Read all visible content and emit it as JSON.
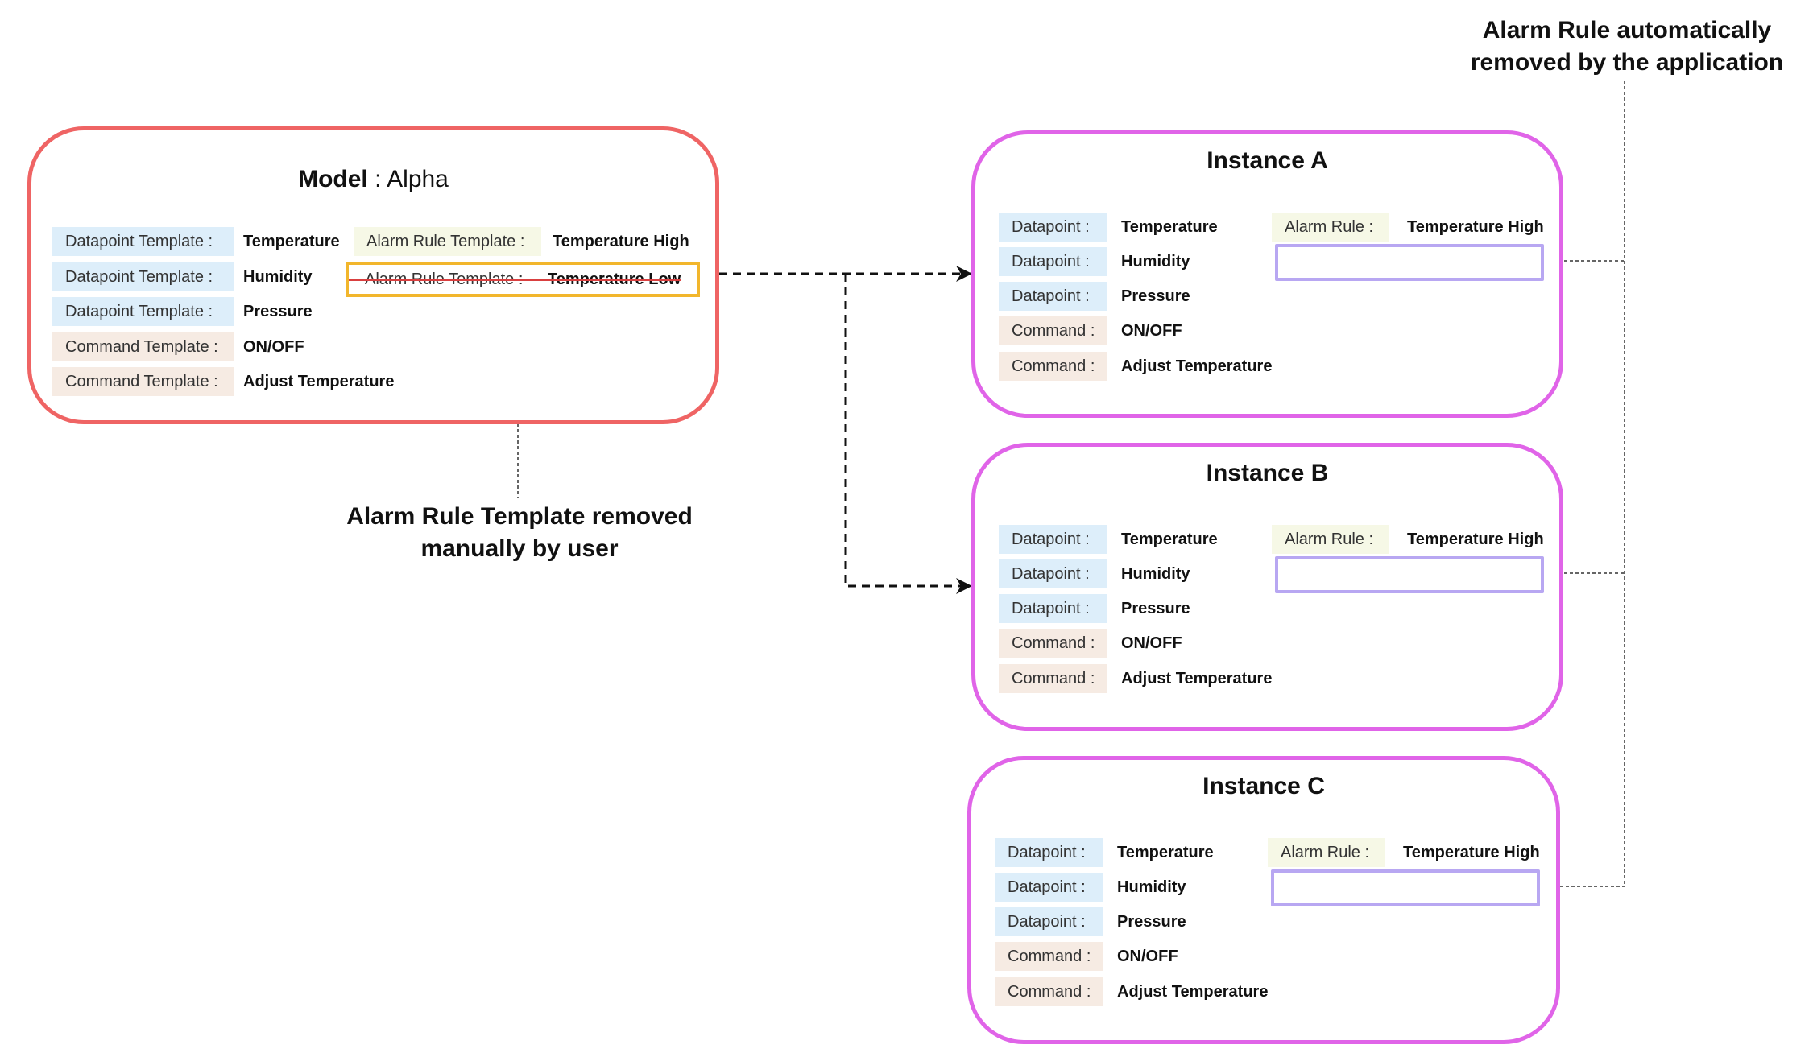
{
  "model": {
    "title_prefix": "Model",
    "title_separator": " : ",
    "title_value": "Alpha",
    "datapoint_label": "Datapoint Template :",
    "command_label": "Command Template :",
    "alarm_label": "Alarm Rule Template :",
    "datapoints": [
      "Temperature",
      "Humidity",
      "Pressure"
    ],
    "commands": [
      "ON/OFF",
      "Adjust Temperature"
    ],
    "alarm_rules": [
      "Temperature High"
    ],
    "removed_alarm_rule": "Temperature Low"
  },
  "instance_labels": {
    "datapoint": "Datapoint :",
    "command": "Command :",
    "alarm": "Alarm Rule :"
  },
  "instances": [
    {
      "title": "Instance A",
      "datapoints": [
        "Temperature",
        "Humidity",
        "Pressure"
      ],
      "commands": [
        "ON/OFF",
        "Adjust Temperature"
      ],
      "alarm_rule": "Temperature High"
    },
    {
      "title": "Instance B",
      "datapoints": [
        "Temperature",
        "Humidity",
        "Pressure"
      ],
      "commands": [
        "ON/OFF",
        "Adjust Temperature"
      ],
      "alarm_rule": "Temperature High"
    },
    {
      "title": "Instance C",
      "datapoints": [
        "Temperature",
        "Humidity",
        "Pressure"
      ],
      "commands": [
        "ON/OFF",
        "Adjust Temperature"
      ],
      "alarm_rule": "Temperature High"
    }
  ],
  "annotations": {
    "manual_removal": [
      "Alarm Rule Template removed",
      "manually by user"
    ],
    "auto_removal": [
      "Alarm Rule automatically",
      "removed by the application"
    ]
  },
  "colors": {
    "model_border": "#ef6464",
    "instance_border": "#e064e8",
    "removed_highlight": "#f2b62c",
    "removed_rule_placeholder": "#b8a7f2",
    "datapoint_bg": "#ddeefa",
    "command_bg": "#f6ebe3",
    "alarm_bg": "#f6f8e6"
  }
}
